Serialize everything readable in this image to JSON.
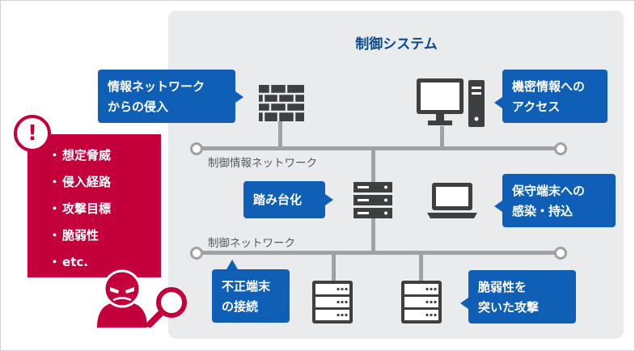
{
  "title": "制御システム",
  "networks": {
    "info_network_label": "制御情報ネットワーク",
    "control_network_label": "制御ネットワーク"
  },
  "callouts": {
    "intrusion": [
      "情報ネットワーク",
      "からの侵入"
    ],
    "confidential_access": [
      "機密情報への",
      "アクセス"
    ],
    "stepping_stone": [
      "踏み台化"
    ],
    "maintenance_terminal": [
      "保守端末への",
      "感染・持込"
    ],
    "rogue_terminal": [
      "不正端末",
      "の接続"
    ],
    "vulnerability_attack": [
      "脆弱性を",
      "突いた攻撃"
    ]
  },
  "threats": [
    "想定脅威",
    "侵入経路",
    "攻撃目標",
    "脆弱性",
    "etc."
  ],
  "alert_symbol": "!",
  "icons": [
    "firewall-icon",
    "desktop-computer-icon",
    "server-icon",
    "laptop-icon",
    "hacker-icon",
    "magnifier-icon",
    "alert-icon"
  ],
  "colors": {
    "callout": "#0f5fb6",
    "threat": "#c4003c",
    "panel": "#e9ebec",
    "line": "#9ea2a5",
    "title": "#0a4a8c"
  }
}
